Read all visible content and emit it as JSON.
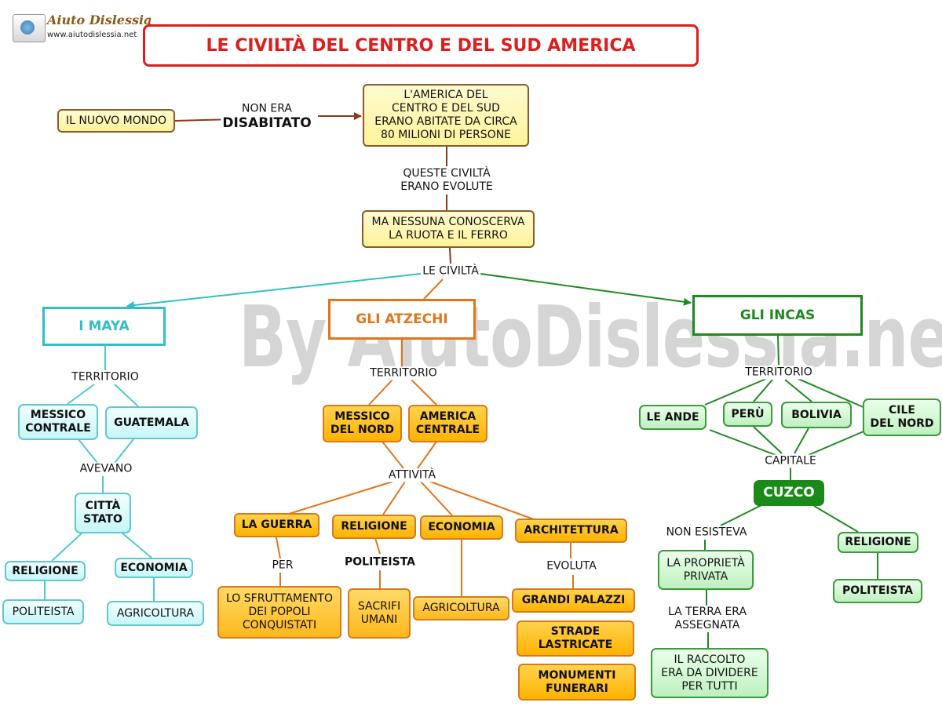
{
  "logo": {
    "name": "Aiuto Dislessia",
    "url": "www.aiutodislessia.net"
  },
  "title": "LE CIVILTÀ  DEL CENTRO E DEL SUD AMERICA",
  "watermark": "By AiutoDislessia.net",
  "colors": {
    "title": "#e01d1d",
    "maya": "#33bfc4",
    "atzechi": "#e3741b",
    "incas": "#1e8a1e",
    "top": "#8a3a1a"
  },
  "top": {
    "nuovo_mondo": "IL NUOVO MONDO",
    "non_era": "NON ERA",
    "disabitato": "DISABITATO",
    "america": "L'AMERICA DEL\nCENTRO E DEL SUD\nERANO ABITATE DA CIRCA\n80 MILIONI DI PERSONE",
    "evolute": "QUESTE CIVILTÀ\nERANO EVOLUTE",
    "ruota": "MA NESSUNA CONOSCERVA\nLA RUOTA E IL FERRO",
    "le_civilta": "LE CIVILTÀ"
  },
  "maya": {
    "title": "I MAYA",
    "territorio": "TERRITORIO",
    "messico": "MESSICO\nCONTRALE",
    "guatemala": "GUATEMALA",
    "avevano": "AVEVANO",
    "citta": "CITTÀ\nSTATO",
    "religione": "RELIGIONE",
    "economia": "ECONOMIA",
    "politeista": "POLITEISTA",
    "agricoltura": "AGRICOLTURA"
  },
  "atzechi": {
    "title": "GLI ATZECHI",
    "territorio": "TERRITORIO",
    "messico": "MESSICO\nDEL NORD",
    "america": "AMERICA\nCENTRALE",
    "attivita": "ATTIVITÀ",
    "guerra": "LA GUERRA",
    "religione": "RELIGIONE",
    "economia": "ECONOMIA",
    "architettura": "ARCHITETTURA",
    "per": "PER",
    "politeista": "POLITEISTA",
    "evoluta": "EVOLUTA",
    "sfruttamento": "LO SFRUTTAMENTO\nDEI POPOLI\nCONQUISTATI",
    "sacrifici": "SACRIFI\nUMANI",
    "agricoltura": "AGRICOLTURA",
    "palazzi": "GRANDI PALAZZI",
    "strade": "STRADE\nLASTRICATE",
    "monumenti": "MONUMENTI\nFUNERARI"
  },
  "incas": {
    "title": "GLI INCAS",
    "territorio": "TERRITORIO",
    "ande": "LE ANDE",
    "peru": "PERÙ",
    "bolivia": "BOLIVIA",
    "cile": "CILE\nDEL NORD",
    "capitale": "CAPITALE",
    "cuzco": "CUZCO",
    "non_esisteva": "NON ESISTEVA",
    "religione": "RELIGIONE",
    "proprieta": "LA PROPRIETÀ\nPRIVATA",
    "politeista": "POLITEISTA",
    "terra": "LA TERRA ERA\nASSEGNATA",
    "raccolto": "IL RACCOLTO\nERA DA DIVIDERE\nPER TUTTI"
  }
}
